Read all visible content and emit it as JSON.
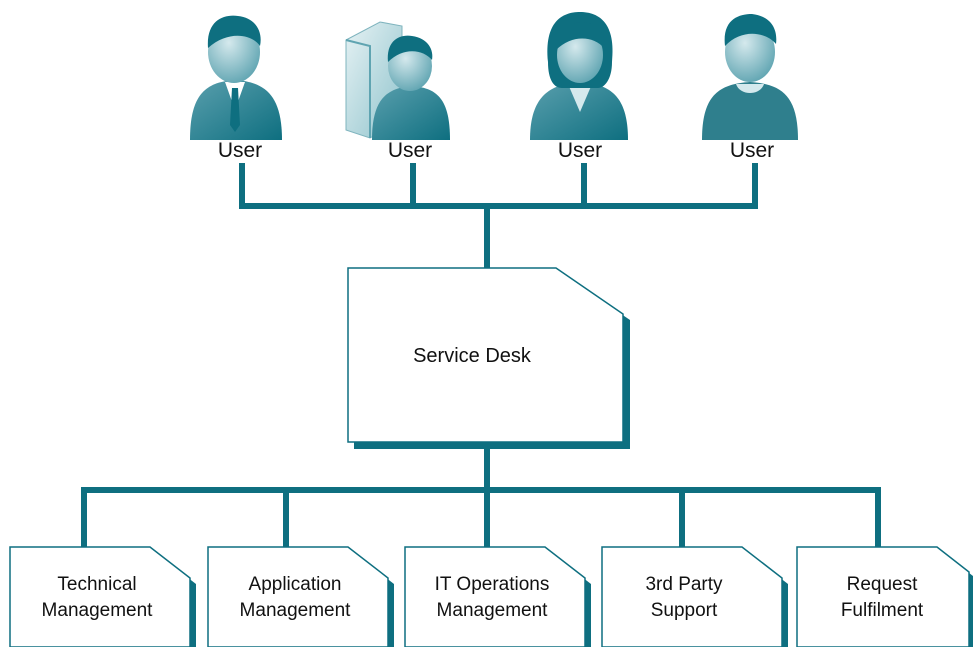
{
  "diagram": {
    "colors": {
      "accent": "#0e6f80",
      "accent_light": "#8fc3cc",
      "box_fill": "#ffffff",
      "text": "#111111"
    },
    "users": [
      {
        "label": "User",
        "icon": "business-man-icon"
      },
      {
        "label": "User",
        "icon": "user-with-computer-icon"
      },
      {
        "label": "User",
        "icon": "business-woman-icon"
      },
      {
        "label": "User",
        "icon": "casual-man-icon"
      }
    ],
    "service_desk": {
      "label": "Service Desk"
    },
    "teams": [
      {
        "line1": "Technical",
        "line2": "Management"
      },
      {
        "line1": "Application",
        "line2": "Management"
      },
      {
        "line1": "IT Operations",
        "line2": "Management"
      },
      {
        "line1": "3rd Party",
        "line2": "Support"
      },
      {
        "line1": "Request",
        "line2": "Fulfilment"
      }
    ]
  }
}
